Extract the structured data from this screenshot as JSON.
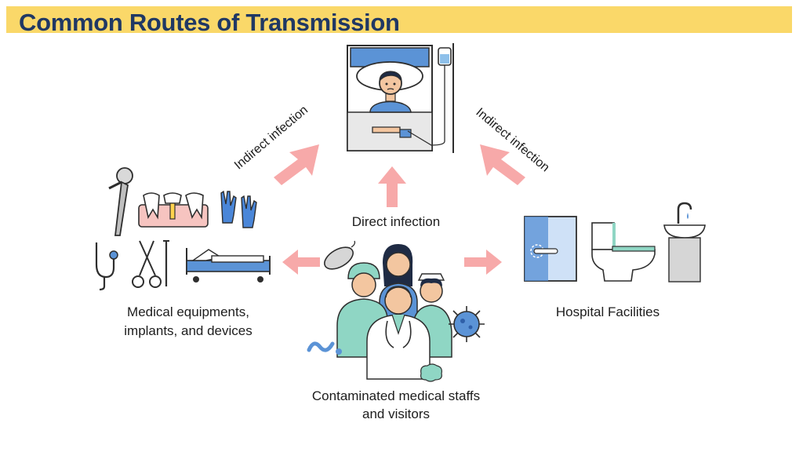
{
  "title": "Common Routes of Transmission",
  "labels": {
    "indirect_left": "Indirect infection",
    "indirect_right": "Indirect infection",
    "direct": "Direct infection",
    "equipment_line1": "Medical equipments,",
    "equipment_line2": "implants, and devices",
    "facilities": "Hospital Facilities",
    "staff_line1": "Contaminated medical staffs",
    "staff_line2": "and visitors"
  },
  "colors": {
    "title_bar": "#fad869",
    "title_text": "#203864",
    "arrow": "#f7a9a9",
    "accent_blue": "#5b93d6",
    "accent_teal": "#8fd6c4"
  },
  "icons": [
    "patient-bed-icon",
    "iv-drip-icon",
    "hip-implant-icon",
    "dental-implant-icon",
    "gloves-icon",
    "stethoscope-icon",
    "surgical-tools-icon",
    "hospital-bed-icon",
    "bacteria-icon",
    "virus-icon",
    "medical-staff-icon",
    "door-icon",
    "toilet-icon",
    "sink-icon"
  ]
}
